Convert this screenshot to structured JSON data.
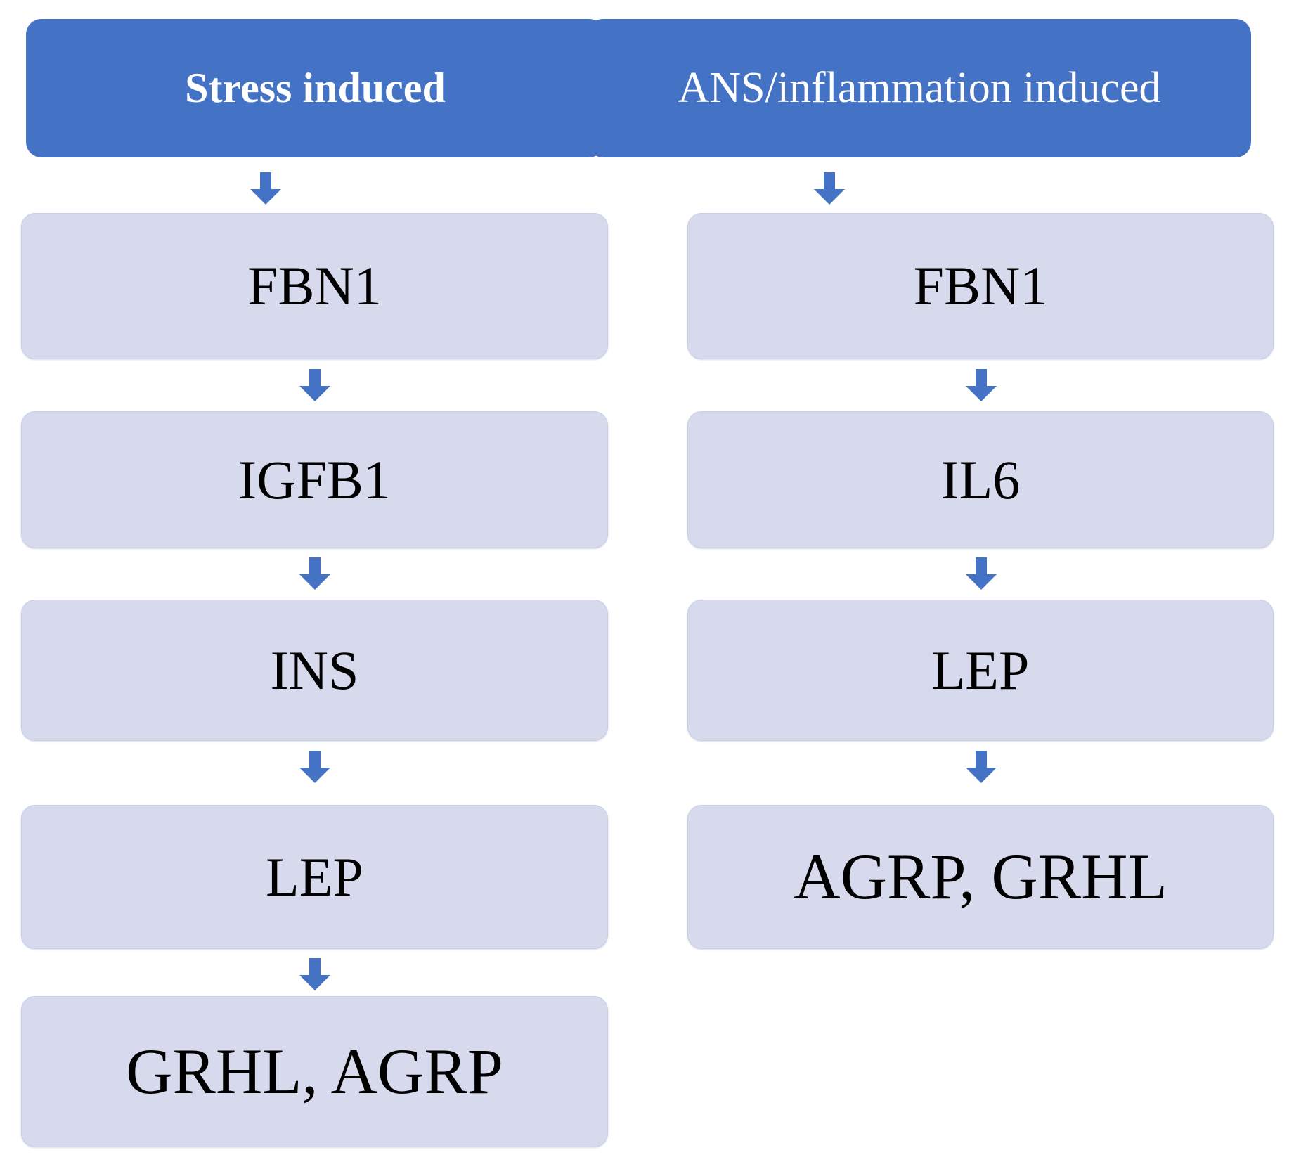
{
  "diagram": {
    "type": "flowchart",
    "orientation": "two parallel vertical pathways",
    "background_color": "#FFFFFF",
    "colors": {
      "header_fill": "#4472C4",
      "header_text": "#FFFFFF",
      "node_fill": "#D6DAEC",
      "node_border": "#C8CEE4",
      "node_text": "#000000",
      "arrow": "#4472C4"
    },
    "columns": [
      {
        "id": "stress-pathway",
        "header": "Stress induced",
        "header_bold": true,
        "nodes": [
          {
            "label": "FBN1"
          },
          {
            "label": "IGFB1"
          },
          {
            "label": "INS"
          },
          {
            "label": "LEP"
          },
          {
            "label": "GRHL, AGRP"
          }
        ],
        "arrow_count": 5
      },
      {
        "id": "ans-inflammation-pathway",
        "header": "ANS/inflammation induced",
        "header_bold": false,
        "nodes": [
          {
            "label": "FBN1"
          },
          {
            "label": "IL6"
          },
          {
            "label": "LEP"
          },
          {
            "label": "AGRP, GRHL"
          }
        ],
        "arrow_count": 4
      }
    ],
    "arrow_icon_name": "down-arrow-icon"
  }
}
